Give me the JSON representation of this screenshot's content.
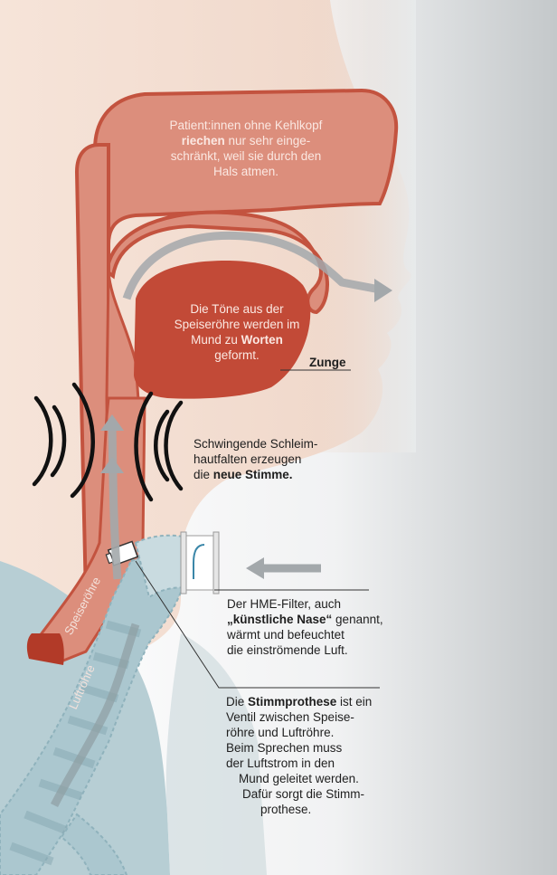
{
  "colors": {
    "skin": "#f2ddd1",
    "cavity": "#dc8e7c",
    "outline": "#c3533f",
    "tongue": "#c24a37",
    "airway_fill": "#abc7cf",
    "arrow": "#a3a8ab",
    "chest": "#b7ced4",
    "background_right": "#c4c8ca"
  },
  "nose_text": {
    "lines": [
      {
        "parts": [
          {
            "text": "Patient:innen ohne Kehlkopf"
          }
        ]
      },
      {
        "parts": [
          {
            "text": "riechen",
            "bold": true
          },
          {
            "text": " nur sehr einge-"
          }
        ]
      },
      {
        "parts": [
          {
            "text": "schränkt, weil sie durch den"
          }
        ]
      },
      {
        "parts": [
          {
            "text": "Hals atmen."
          }
        ]
      }
    ]
  },
  "tongue_text": {
    "lines": [
      {
        "parts": [
          {
            "text": "Die Töne aus der"
          }
        ]
      },
      {
        "parts": [
          {
            "text": "Speiseröhre werden im"
          }
        ]
      },
      {
        "parts": [
          {
            "text": "Mund zu "
          },
          {
            "text": "Worten",
            "bold": true
          }
        ]
      },
      {
        "parts": [
          {
            "text": "geformt."
          }
        ]
      }
    ]
  },
  "tongue_label": "Zunge",
  "vibration_text": {
    "lines": [
      {
        "parts": [
          {
            "text": "Schwingende Schleim-"
          }
        ]
      },
      {
        "parts": [
          {
            "text": "hautfalten erzeugen"
          }
        ]
      },
      {
        "parts": [
          {
            "text": "die "
          },
          {
            "text": "neue Stimme.",
            "bold": true
          }
        ]
      }
    ]
  },
  "hme_text": {
    "lines": [
      {
        "parts": [
          {
            "text": "Der HME-Filter, auch"
          }
        ]
      },
      {
        "parts": [
          {
            "text": "„künstliche Nase“",
            "bold": true
          },
          {
            "text": " genannt,"
          }
        ]
      },
      {
        "parts": [
          {
            "text": "wärmt und befeuchtet"
          }
        ]
      },
      {
        "parts": [
          {
            "text": "die einströmende Luft."
          }
        ]
      }
    ]
  },
  "prosthesis_text": {
    "lines": [
      {
        "parts": [
          {
            "text": "Die "
          },
          {
            "text": "Stimmprothese",
            "bold": true
          },
          {
            "text": " ist ein"
          }
        ]
      },
      {
        "parts": [
          {
            "text": "Ventil zwischen Speise-"
          }
        ]
      },
      {
        "parts": [
          {
            "text": "röhre und Luftröhre."
          }
        ]
      },
      {
        "parts": [
          {
            "text": "Beim Sprechen muss"
          }
        ]
      },
      {
        "parts": [
          {
            "text": "der Luftstrom in den"
          }
        ]
      },
      {
        "parts": [
          {
            "text": "Mund geleitet werden."
          }
        ]
      },
      {
        "parts": [
          {
            "text": "Dafür sorgt die Stimm-"
          }
        ]
      },
      {
        "parts": [
          {
            "text": "prothese."
          }
        ]
      }
    ]
  },
  "label_esophagus": "Speiseröhre",
  "label_trachea": "Luftröhre"
}
